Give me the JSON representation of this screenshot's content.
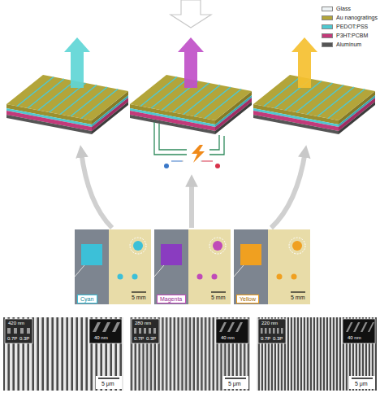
{
  "diagram": {
    "nodes": [
      {
        "text": [
          "Cyan"
        ]
      },
      {
        "text": [
          "Magenta"
        ]
      },
      {
        "text": [
          "Yellow"
        ]
      }
    ],
    "labels": [
      "5 mm",
      "5 mm",
      "5 mm",
      "420 nm",
      "0.7P",
      "0.3P",
      "40 nm",
      "5 μm",
      "280 nm",
      "0.7P",
      "0.3P",
      "40 nm",
      "5 μm",
      "220 nm",
      "0.7P",
      "0.3P",
      "40 nm",
      "5 μm"
    ],
    "legend": [
      {
        "text": "Glass",
        "color": "#eef3f5"
      },
      {
        "text": "Au nanogratings",
        "color": "#b3a53a"
      },
      {
        "text": "PEDOT:PSS",
        "color": "#4fc8d0"
      },
      {
        "text": "P3HT:PCBM",
        "color": "#c23a7a"
      },
      {
        "text": "Aluminum",
        "color": "#555555"
      }
    ]
  }
}
